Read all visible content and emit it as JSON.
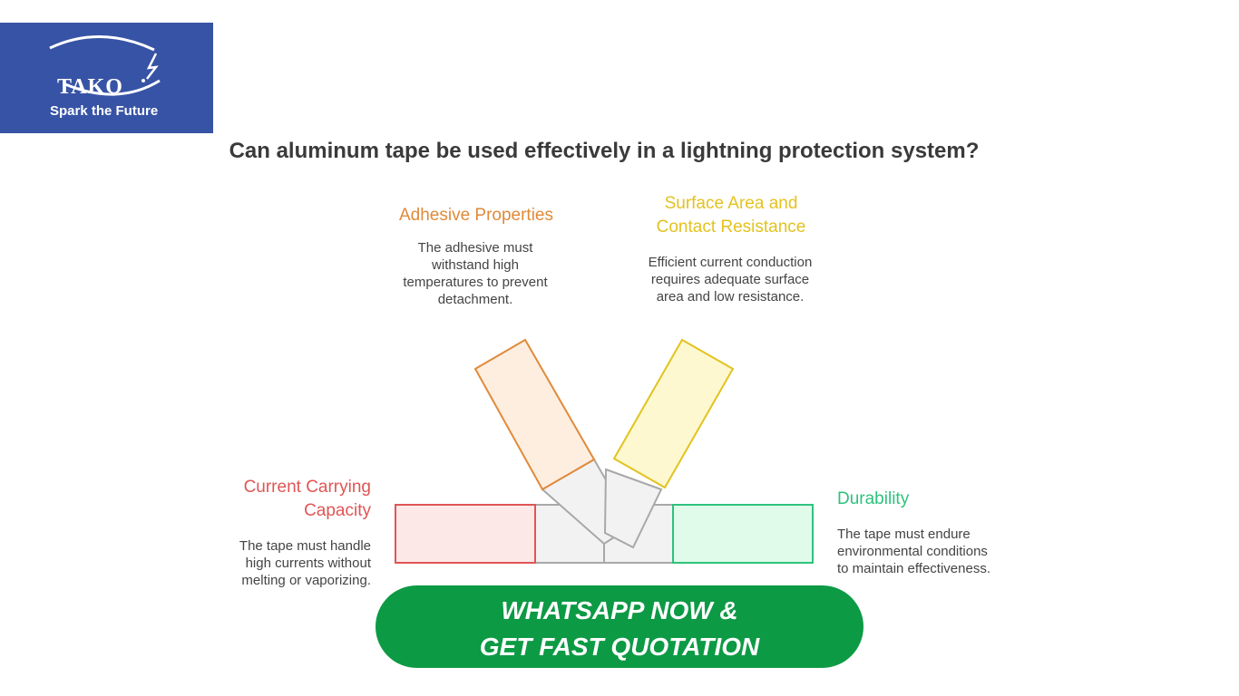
{
  "logo": {
    "wordmark": "TAKO",
    "tagline": "Spark the Future"
  },
  "title": "Can aluminum tape be used effectively in a lightning protection system?",
  "factors": [
    {
      "heading": "Current Carrying Capacity",
      "heading_lines": [
        "Current Carrying",
        "Capacity"
      ],
      "description_lines": [
        "The tape must handle",
        "high currents without",
        "melting or vaporizing."
      ],
      "color": "#e05555",
      "fill": "#fde8e8"
    },
    {
      "heading": "Adhesive Properties",
      "heading_lines": [
        "Adhesive Properties"
      ],
      "description_lines": [
        "The adhesive must",
        "withstand high",
        "temperatures to prevent",
        "detachment."
      ],
      "color": "#e08a3a",
      "fill": "#fdeee0"
    },
    {
      "heading": "Surface Area and Contact Resistance",
      "heading_lines": [
        "Surface Area and",
        "Contact Resistance"
      ],
      "description_lines": [
        "Efficient current conduction",
        "requires adequate surface",
        "area and low resistance."
      ],
      "color": "#e3c21f",
      "fill": "#fdf8cf"
    },
    {
      "heading": "Durability",
      "heading_lines": [
        "Durability"
      ],
      "description_lines": [
        "The tape must endure",
        "environmental conditions",
        "to maintain effectiveness."
      ],
      "color": "#2ec27e",
      "fill": "#e0fbea"
    }
  ],
  "cta": {
    "line1": "WHATSAPP NOW &",
    "line2": "GET FAST QUOTATION",
    "color": "#0d9a44"
  }
}
